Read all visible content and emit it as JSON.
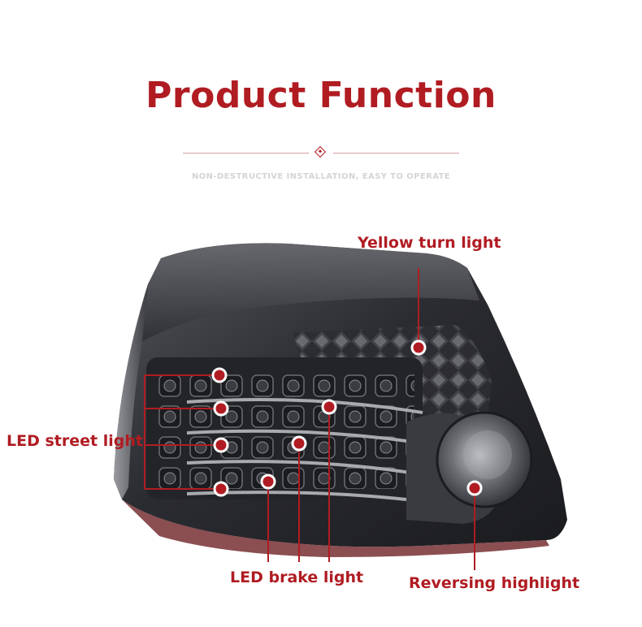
{
  "header": {
    "title": "Product Function",
    "subtitle": "NON-DESTRUCTIVE INSTALLATION, EASY TO OPERATE"
  },
  "callouts": {
    "yellow_turn": "Yellow turn light",
    "led_street": "LED street light",
    "led_brake": "LED brake light",
    "reversing": "Reversing highlight"
  },
  "colors": {
    "accent": "#b01c22",
    "lamp_smoke": "#2a2b30",
    "divider": "#d8a0a2"
  }
}
